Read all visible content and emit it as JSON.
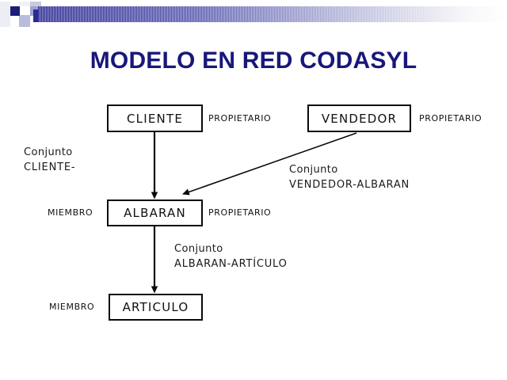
{
  "slide": {
    "title": "MODELO EN RED CODASYL",
    "title_color": "#181879",
    "background_color": "#ffffff"
  },
  "decoration": {
    "bar_gradient_from": "#2b2b93",
    "bar_gradient_to": "#ffffff",
    "square_navy_color": "#1c1c7a",
    "square_lavender_color": "#b9bcdb"
  },
  "diagram": {
    "entities": [
      {
        "id": "cliente",
        "label": "CLIENTE"
      },
      {
        "id": "vendedor",
        "label": "VENDEDOR"
      },
      {
        "id": "albaran",
        "label": "ALBARAN"
      },
      {
        "id": "articulo",
        "label": "ARTICULO"
      }
    ],
    "roles": [
      {
        "id": "cliente-propietario",
        "label": "PROPIETARIO"
      },
      {
        "id": "vendedor-propietario",
        "label": "PROPIETARIO"
      },
      {
        "id": "albaran-miembro",
        "label": "MIEMBRO"
      },
      {
        "id": "albaran-propietario",
        "label": "PROPIETARIO"
      },
      {
        "id": "articulo-miembro",
        "label": "MIEMBRO"
      }
    ],
    "sets": [
      {
        "id": "set-cliente-albaran",
        "line_1": "Conjunto",
        "line_2": "CLIENTE-"
      },
      {
        "id": "set-vendedor-albaran",
        "line_1": "Conjunto",
        "line_2": "VENDEDOR-ALBARAN"
      },
      {
        "id": "set-albaran-articulo",
        "line_1": "Conjunto",
        "line_2": "ALBARAN-ARTÍCULO"
      }
    ],
    "connectors": [
      {
        "id": "cliente-to-albaran",
        "from": "CLIENTE",
        "to": "ALBARAN",
        "style": "vertical-arrow"
      },
      {
        "id": "vendedor-to-albaran",
        "from": "VENDEDOR",
        "to": "ALBARAN",
        "style": "diagonal-arrow"
      },
      {
        "id": "albaran-to-articulo",
        "from": "ALBARAN",
        "to": "ARTICULO",
        "style": "vertical-arrow"
      }
    ],
    "line_color": "#0a0a0a"
  }
}
